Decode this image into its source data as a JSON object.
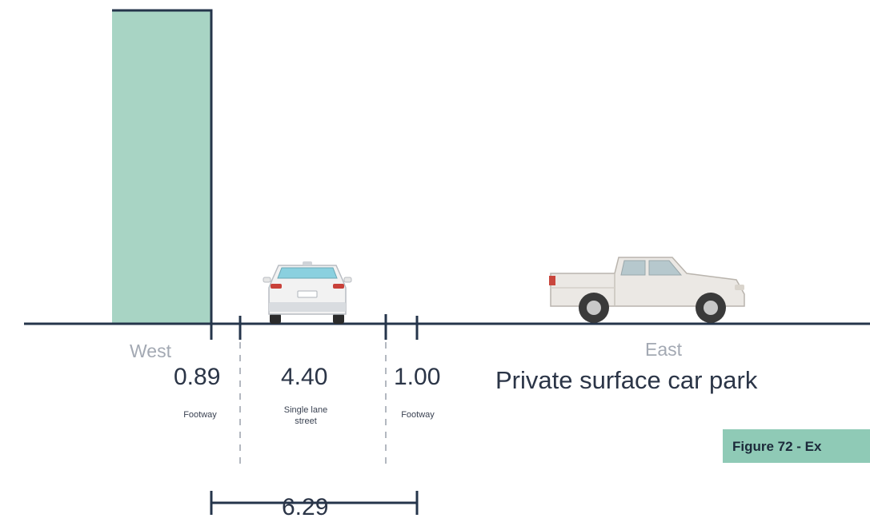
{
  "labels": {
    "west": "West",
    "east": "East",
    "east_use": "Private surface car park"
  },
  "segments": [
    {
      "width": "0.89",
      "use": "Footway"
    },
    {
      "width": "4.40",
      "use": "Single lane street"
    },
    {
      "width": "1.00",
      "use": "Footway"
    }
  ],
  "total_width": "6.29",
  "caption": "Figure 72 - Ex",
  "colors": {
    "building_fill": "#a8d4c4",
    "line": "#25354b",
    "caption_bg": "#8fcab6"
  },
  "icons": {
    "car": "hatchback-rear-view-icon",
    "pickup": "pickup-truck-side-view-icon"
  }
}
